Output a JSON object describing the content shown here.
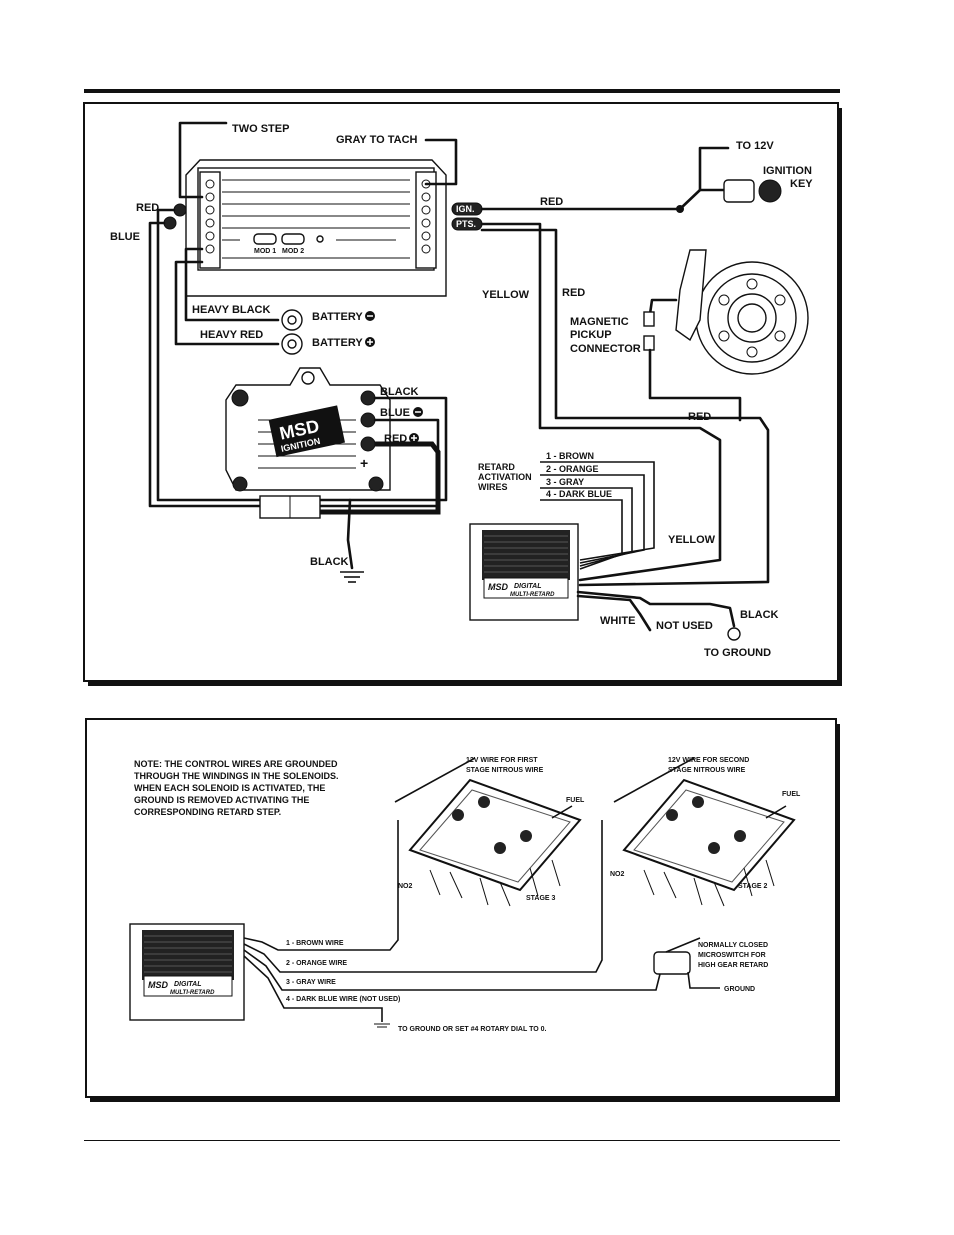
{
  "top_diagram": {
    "labels": {
      "two_step": "TWO STEP",
      "gray_to_tach": "GRAY TO TACH",
      "to_12v": "TO 12V",
      "ignition_key": [
        "IGNITION",
        "KEY"
      ],
      "red_left": "RED",
      "blue_left": "BLUE",
      "red_ign": "RED",
      "red_mid": "RED",
      "yellow_mid": "YELLOW",
      "heavy_black": "HEAVY BLACK",
      "heavy_red": "HEAVY RED",
      "battery_neg": "BATTERY",
      "battery_pos": "BATTERY",
      "magnetic_pickup": [
        "MAGNETIC",
        "PICKUP",
        "CONNECTOR"
      ],
      "black_coil": "BLACK",
      "blue_coil": "BLUE",
      "red_coil": "RED",
      "red_pickup": "RED",
      "retard_activation": [
        "RETARD",
        "ACTIVATION",
        "WIRES"
      ],
      "wire_list": [
        "1 - BROWN",
        "2 - ORANGE",
        "3 - GRAY",
        "4 - DARK BLUE"
      ],
      "yellow_right": "YELLOW",
      "black_ground": "BLACK",
      "white": "WHITE",
      "not_used": "NOT USED",
      "black_right": "BLACK",
      "to_ground": "TO GROUND",
      "ign_terminal": "IGN.",
      "pts_terminal": "PTS.",
      "mod1": "MOD 1",
      "mod2": "MOD 2",
      "coil_brand": "MSD",
      "coil_sub": "IGNITION",
      "box_brand": "MSD",
      "box_sub": "DIGITAL",
      "box_sub2": "MULTI-RETARD"
    }
  },
  "bottom_diagram": {
    "note": [
      "NOTE: THE CONTROL WIRES ARE GROUNDED",
      "THROUGH THE WINDINGS IN THE SOLENOIDS.",
      "WHEN EACH SOLENOID IS ACTIVATED, THE",
      "GROUND IS REMOVED ACTIVATING THE",
      "CORRESPONDING RETARD STEP."
    ],
    "first_stage": [
      "12V WIRE FOR FIRST",
      "STAGE NITROUS WIRE"
    ],
    "second_stage": [
      "12V WIRE FOR SECOND",
      "STAGE NITROUS WIRE"
    ],
    "fuel_1": "FUEL",
    "fuel_2": "FUEL",
    "no2_1": "NO2",
    "no2_2": "NO2",
    "stage3": "STAGE 3",
    "stage2": "STAGE 2",
    "wires": [
      "1 - BROWN WIRE",
      "2 - ORANGE WIRE",
      "3 - GRAY WIRE",
      "4 - DARK BLUE WIRE (NOT USED)"
    ],
    "microswitch": [
      "NORMALLY CLOSED",
      "MICROSWITCH FOR",
      "HIGH GEAR RETARD"
    ],
    "ground": "GROUND",
    "to_ground_dial": "TO GROUND OR SET #4 ROTARY DIAL TO 0.",
    "box_brand": "MSD",
    "box_sub": "DIGITAL",
    "box_sub2": "MULTI-RETARD"
  }
}
